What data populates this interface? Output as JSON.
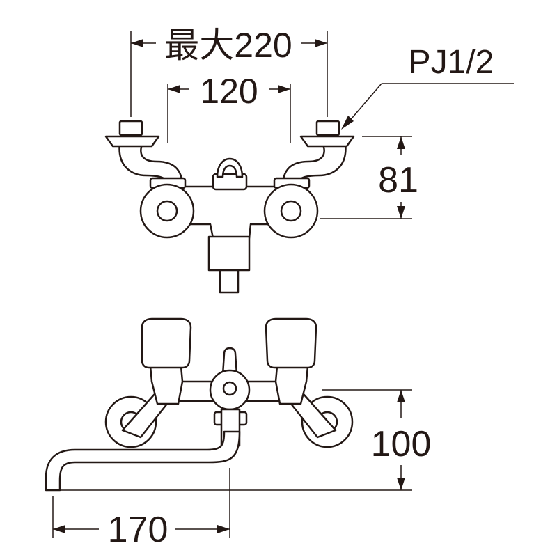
{
  "dimensions": {
    "max_spacing": "最大220",
    "spacing": "120",
    "thread": "PJ1/2",
    "height_top": "81",
    "height_front": "100",
    "spout_reach": "170"
  },
  "colors": {
    "line": "#231815",
    "background": "#ffffff"
  }
}
